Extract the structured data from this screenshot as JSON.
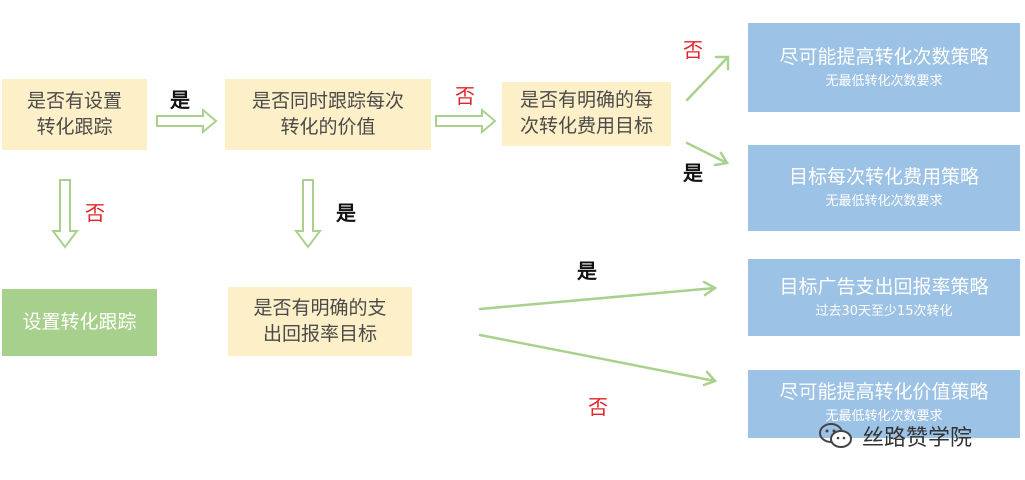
{
  "nodes": {
    "q1": "是否有设置\n转化跟踪",
    "q2": "是否同时跟踪每次\n转化的价值",
    "q3": "是否有明确的每\n次转化费用目标",
    "q4": "是否有明确的支\n出回报率目标",
    "setup": "设置转化跟踪",
    "r1": {
      "title": "尽可能提高转化次数策略",
      "sub": "无最低转化次数要求"
    },
    "r2": {
      "title": "目标每次转化费用策略",
      "sub": "无最低转化次数要求"
    },
    "r3": {
      "title": "目标广告支出回报率策略",
      "sub": "过去30天至少15次转化"
    },
    "r4": {
      "title": "尽可能提高转化价值策略",
      "sub": "无最低转化次数要求"
    }
  },
  "labels": {
    "yes": "是",
    "no": "否"
  },
  "watermark": "丝路赞学院",
  "colors": {
    "question_bg": "#fdf0c8",
    "green_bg": "#a8d08d",
    "blue_bg": "#9cc2e5",
    "arrow": "#a9d18e",
    "no_text": "#e0262a"
  }
}
